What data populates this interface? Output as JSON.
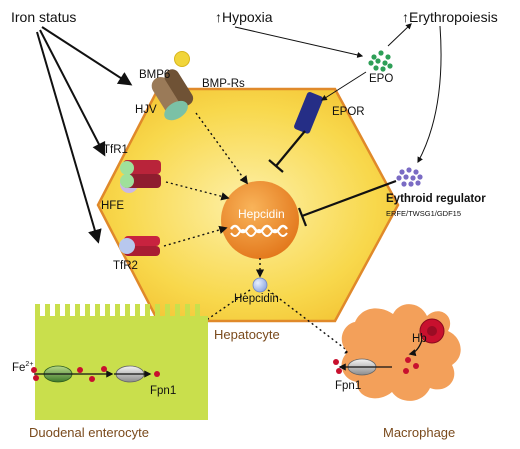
{
  "labels": {
    "iron_status": "Iron status",
    "hypoxia": "↑Hypoxia",
    "erythropoiesis": "↑Erythropoiesis",
    "epo": "EPO",
    "epor": "EPOR",
    "bmp6": "BMP6",
    "bmp_rs": "BMP-Rs",
    "hjv": "HJV",
    "tfr1": "TfR1",
    "hfe": "HFE",
    "tfr2": "TfR2",
    "hepcidin_nucleus": "Hepcidin",
    "hepcidin_secreted": "Hepcidin",
    "hepatocyte": "Hepatocyte",
    "erythroid_regulator": "Eythroid regulator",
    "erythroid_regulator_list": "ERFE/TWSG1/GDF15",
    "fe_base": "Fe",
    "fe_charge": "2+",
    "hb": "Hb",
    "fpn1_enterocyte": "Fpn1",
    "fpn1_macrophage": "Fpn1",
    "duodenal_enterocyte": "Duodenal enterocyte",
    "macrophage": "Macrophage"
  },
  "colors": {
    "hepatocyte_fill": "#f8d84c",
    "hepatocyte_stroke": "#e0892a",
    "nucleus": "#ef8a1e",
    "enterocyte": "#c9df4c",
    "macrophage": "#f3a05a",
    "epor": "#252e86",
    "epo_dots": "#2e9f57",
    "regulator_dots": "#7a6bc4",
    "caption": "#7a4a1c"
  }
}
